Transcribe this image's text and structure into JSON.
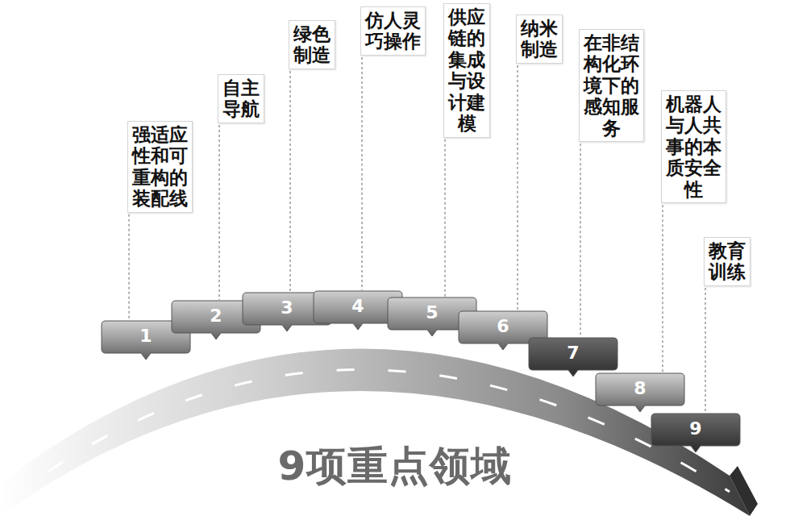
{
  "diagram": {
    "title": "9项重点领域",
    "nodes": [
      {
        "text": [
          "强适应性和可重构的装配线"
        ]
      },
      {
        "text": [
          "自主导航"
        ]
      },
      {
        "text": [
          "绿色制造"
        ]
      },
      {
        "text": [
          "仿人灵巧操作"
        ]
      },
      {
        "text": [
          "供应链的集成与设计建模"
        ]
      },
      {
        "text": [
          "纳米制造"
        ]
      },
      {
        "text": [
          "在非结构化环境下的感知服务"
        ]
      },
      {
        "text": [
          "机器人与人共事的本质安全性"
        ]
      },
      {
        "text": [
          "教育训练"
        ]
      },
      {
        "text": [
          "1"
        ]
      },
      {
        "text": [
          "2"
        ]
      },
      {
        "text": [
          "3"
        ]
      },
      {
        "text": [
          "4"
        ]
      },
      {
        "text": [
          "5"
        ]
      },
      {
        "text": [
          "6"
        ]
      },
      {
        "text": [
          "7"
        ]
      },
      {
        "text": [
          "8"
        ]
      },
      {
        "text": [
          "9"
        ]
      }
    ],
    "edges": [
      {
        "from": 0,
        "to": 9,
        "arrow": "none"
      },
      {
        "from": 1,
        "to": 10,
        "arrow": "none"
      },
      {
        "from": 2,
        "to": 11,
        "arrow": "none"
      },
      {
        "from": 3,
        "to": 12,
        "arrow": "none"
      },
      {
        "from": 4,
        "to": 13,
        "arrow": "none"
      },
      {
        "from": 5,
        "to": 14,
        "arrow": "none"
      },
      {
        "from": 6,
        "to": 15,
        "arrow": "none"
      },
      {
        "from": 7,
        "to": 16,
        "arrow": "none"
      },
      {
        "from": 8,
        "to": 17,
        "arrow": "none"
      }
    ]
  }
}
